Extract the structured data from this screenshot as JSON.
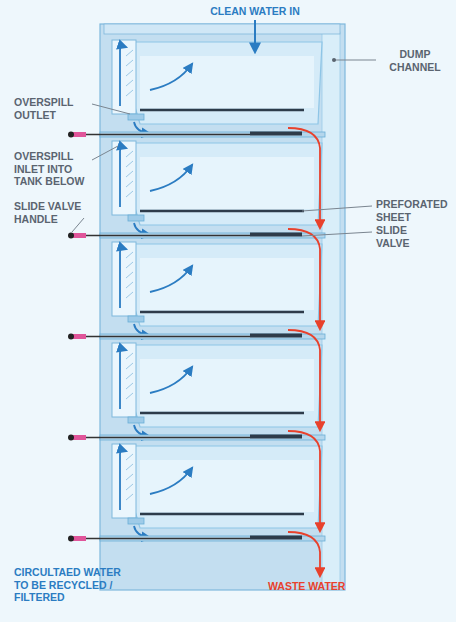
{
  "diagram": {
    "labels": [
      "CLEAN WATER IN",
      "DUMP CHANNEL",
      "OVERSPILL OUTLET",
      "OVERSPILL INLET INTO TANK BELOW",
      "PREFORATED SHEET",
      "SLIDE VALVE HANDLE",
      "SLIDE VALVE",
      "CIRCULTAED WATER TO BE RECYCLED / FILTERED",
      "WASTE WATER"
    ]
  }
}
